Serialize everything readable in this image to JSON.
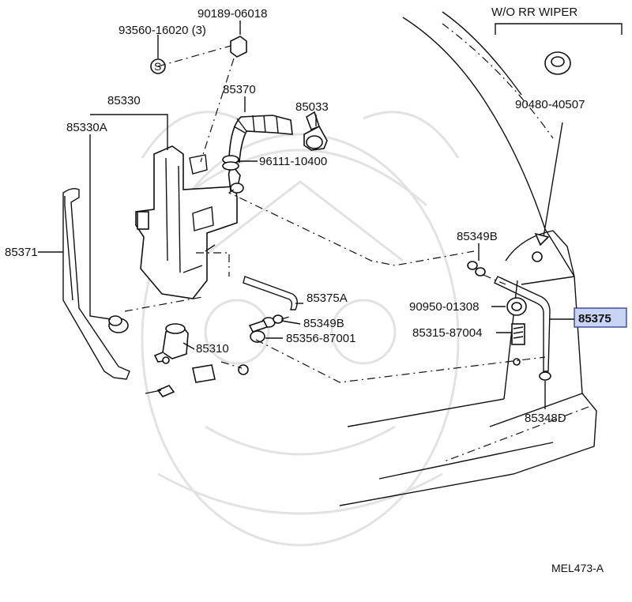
{
  "diagram": {
    "variant_heading": "W/O RR WIPER",
    "figure_code": "MEL473-A",
    "highlight_color": "#c8d4f4",
    "highlight_border": "#1f2a8a",
    "labels": {
      "p90189": "90189-06018",
      "p93560": "93560-16020 (3)",
      "p85330": "85330",
      "p85330a": "85330A",
      "p85370": "85370",
      "p85033": "85033",
      "p96111": "96111-10400",
      "p90480": "90480-40507",
      "p85371": "85371",
      "p85349b_top": "85349B",
      "p90950": "90950-01308",
      "p85375": "85375",
      "p85315": "85315-87004",
      "p85375a": "85375A",
      "p85349b_mid": "85349B",
      "p85356": "85356-87001",
      "p85310": "85310",
      "p85348d": "85348D"
    }
  }
}
